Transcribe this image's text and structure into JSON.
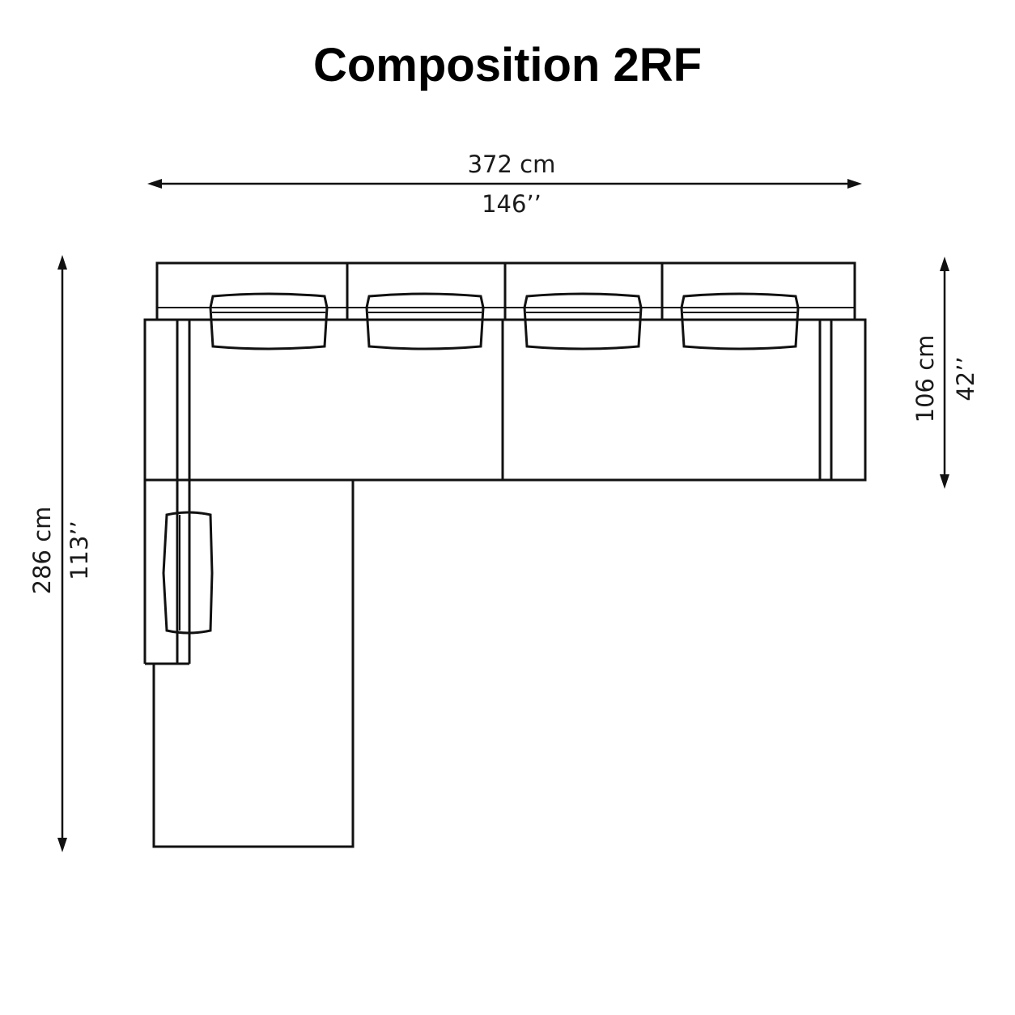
{
  "title": "Composition 2RF",
  "dimensions": {
    "width": {
      "cm": "372 cm",
      "in": "146’’"
    },
    "depth_right": {
      "cm": "106 cm",
      "in": "42’’"
    },
    "depth_total": {
      "cm": "286 cm",
      "in": "113’’"
    }
  },
  "colors": {
    "line": "#111111",
    "background": "#ffffff"
  }
}
